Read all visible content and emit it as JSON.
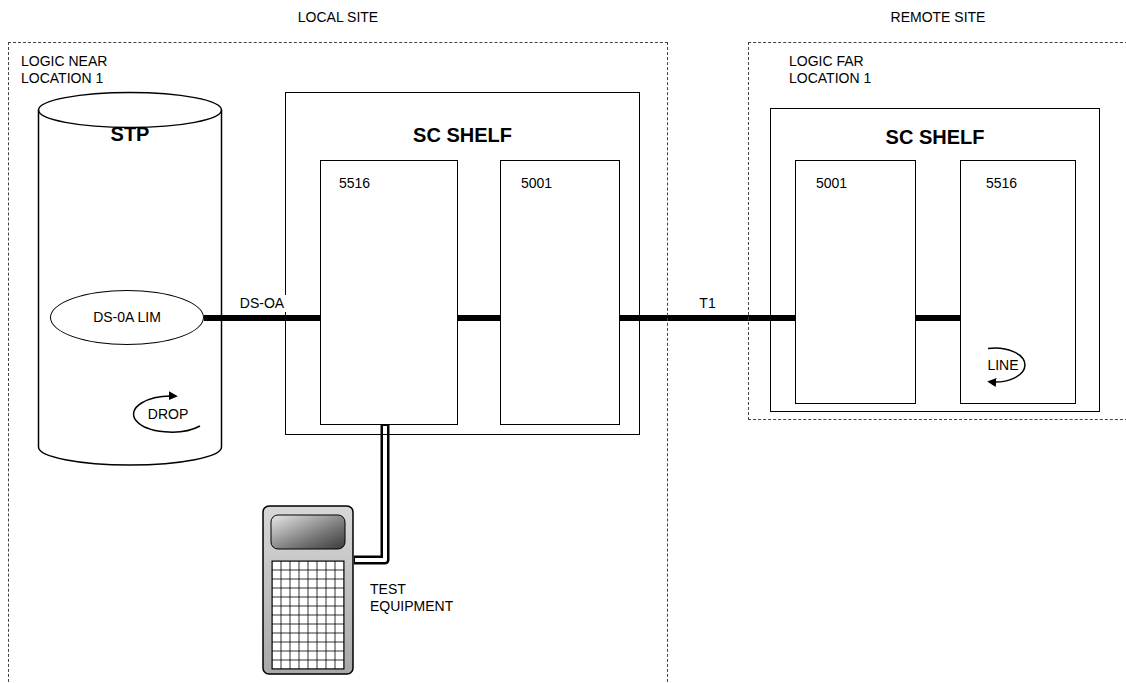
{
  "diagram": {
    "nodes": [
      {
        "text": [
          "LOCAL SITE",
          "LOGIC NEAR LOCATION 1"
        ]
      },
      {
        "text": [
          "STP"
        ],
        "in": 0
      },
      {
        "text": [
          "DS-0A LIM"
        ],
        "in": 1
      },
      {
        "text": [
          "SC SHELF"
        ],
        "in": 0
      },
      {
        "text": [
          "5516"
        ],
        "in": 3
      },
      {
        "text": [
          "5001"
        ],
        "in": 3
      },
      {
        "text": [
          "TEST EQUIPMENT"
        ],
        "in": 0
      },
      {
        "text": [
          "REMOTE SITE",
          "LOGIC FAR LOCATION 1"
        ]
      },
      {
        "text": [
          "SC SHELF"
        ],
        "in": 7
      },
      {
        "text": [
          "5001"
        ],
        "in": 8
      },
      {
        "text": [
          "5516"
        ],
        "in": 8
      }
    ],
    "edges": [
      {
        "from": 2,
        "to": 4,
        "label": "DS-OA",
        "arrow": "none"
      },
      {
        "from": 4,
        "to": 5,
        "arrow": "none"
      },
      {
        "from": 5,
        "to": 9,
        "label": "T1",
        "arrow": "none"
      },
      {
        "from": 9,
        "to": 10,
        "arrow": "none"
      },
      {
        "from": 4,
        "to": 6,
        "arrow": "none"
      }
    ],
    "labels": [
      "DROP",
      "LINE"
    ]
  }
}
